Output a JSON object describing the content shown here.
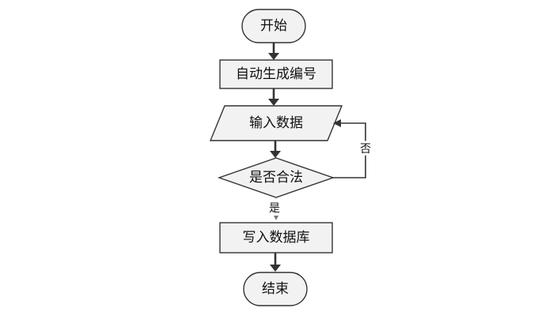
{
  "diagram": {
    "type": "flowchart",
    "nodes": {
      "start": "开始",
      "auto_number": "自动生成编号",
      "input_data": "输入数据",
      "is_valid": "是否合法",
      "write_db": "写入数据库",
      "end": "结束"
    },
    "edges": {
      "yes": "是",
      "no": "否"
    },
    "colors": {
      "fill": "#f2f2f2",
      "stroke": "#333333",
      "text": "#111111",
      "background": "#ffffff"
    }
  }
}
